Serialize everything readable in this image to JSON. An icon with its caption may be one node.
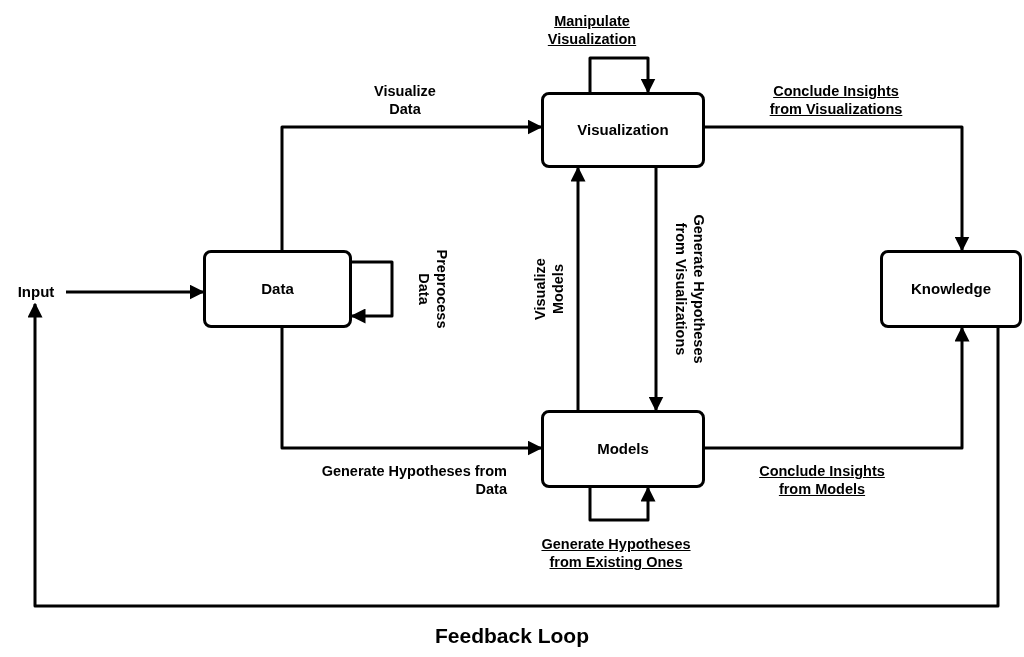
{
  "diagram": {
    "nodes": [
      {
        "text": [
          "Input"
        ]
      },
      {
        "text": [
          "Data"
        ]
      },
      {
        "text": [
          "Visualization"
        ]
      },
      {
        "text": [
          "Models"
        ]
      },
      {
        "text": [
          "Knowledge"
        ]
      }
    ],
    "edges": [
      {
        "from": 0,
        "to": 1,
        "arrow": "to"
      },
      {
        "from": 1,
        "to": 2,
        "arrow": "to",
        "label": "Visualize Data"
      },
      {
        "from": 1,
        "to": 3,
        "arrow": "to",
        "label": "Generate Hypotheses from Data"
      },
      {
        "from": 1,
        "to": 1,
        "arrow": "to",
        "label": "Preprocess Data"
      },
      {
        "from": 2,
        "to": 2,
        "arrow": "to",
        "label": "Manipulate Visualization"
      },
      {
        "from": 3,
        "to": 2,
        "arrow": "to",
        "label": "Visualize Models"
      },
      {
        "from": 2,
        "to": 3,
        "arrow": "to",
        "label": "Generate Hypotheses from Visualizations"
      },
      {
        "from": 3,
        "to": 3,
        "arrow": "to",
        "label": "Generate Hypotheses from Existing Ones"
      },
      {
        "from": 2,
        "to": 4,
        "arrow": "to",
        "label": "Conclude Insights from Visualizations"
      },
      {
        "from": 3,
        "to": 4,
        "arrow": "to",
        "label": "Conclude Insights from Models"
      },
      {
        "from": 4,
        "to": 0,
        "arrow": "to",
        "label": "Feedback Loop"
      }
    ]
  }
}
